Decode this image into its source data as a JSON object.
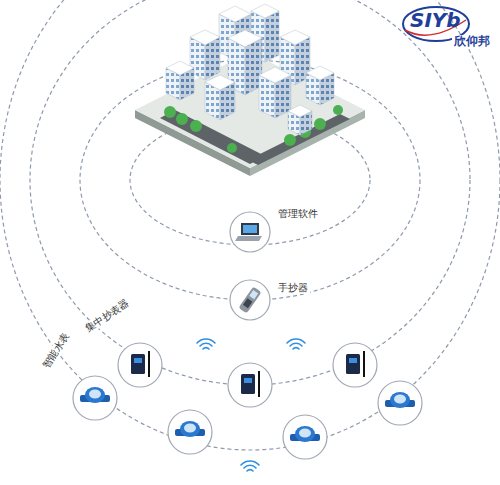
{
  "diagram": {
    "nodes": [
      {
        "text": [
          "管理软件"
        ]
      },
      {
        "text": [
          "手抄器"
        ]
      }
    ],
    "labels": [
      "SIYb",
      "欣仰邦",
      "集中抄表器",
      "智能水表"
    ]
  }
}
